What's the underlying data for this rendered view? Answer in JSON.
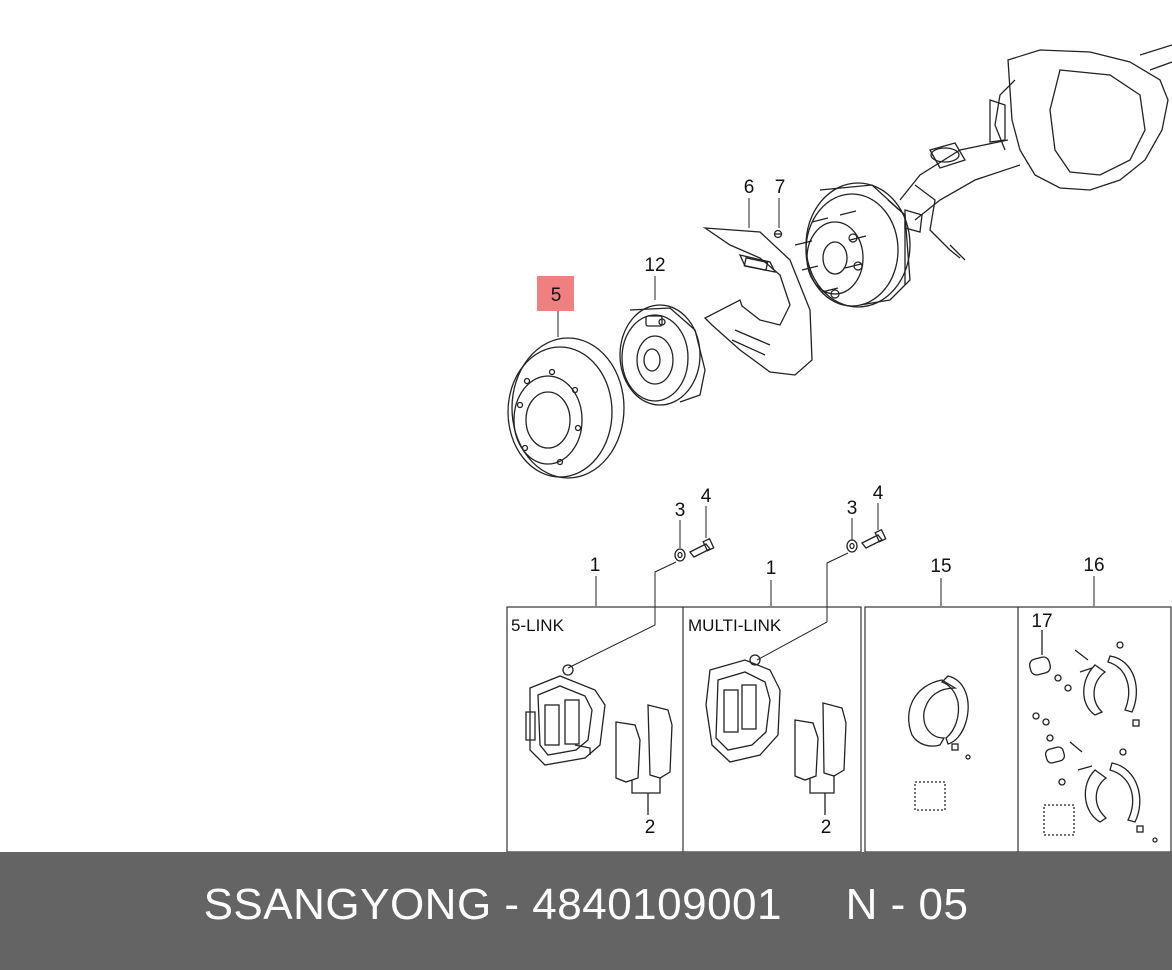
{
  "diagram": {
    "callouts": [
      {
        "id": "callout-1-five-link",
        "text": "1"
      },
      {
        "id": "callout-1-multi-link",
        "text": "1"
      },
      {
        "id": "callout-2-five-link",
        "text": "2"
      },
      {
        "id": "callout-2-multi-link",
        "text": "2"
      },
      {
        "id": "callout-3-five-link",
        "text": "3"
      },
      {
        "id": "callout-3-multi-link",
        "text": "3"
      },
      {
        "id": "callout-4-five-link",
        "text": "4"
      },
      {
        "id": "callout-4-multi-link",
        "text": "4"
      },
      {
        "id": "callout-5",
        "text": "5"
      },
      {
        "id": "callout-6",
        "text": "6"
      },
      {
        "id": "callout-7",
        "text": "7"
      },
      {
        "id": "callout-12",
        "text": "12"
      },
      {
        "id": "callout-15",
        "text": "15"
      },
      {
        "id": "callout-16",
        "text": "16"
      },
      {
        "id": "callout-17",
        "text": "17"
      }
    ],
    "panels": {
      "five_link": "5-LINK",
      "multi_link": "MULTI-LINK"
    },
    "highlight_color": "#f08080"
  },
  "footer": {
    "text": "SSANGYONG - 4840109001     N - 05",
    "background": "#646464"
  }
}
